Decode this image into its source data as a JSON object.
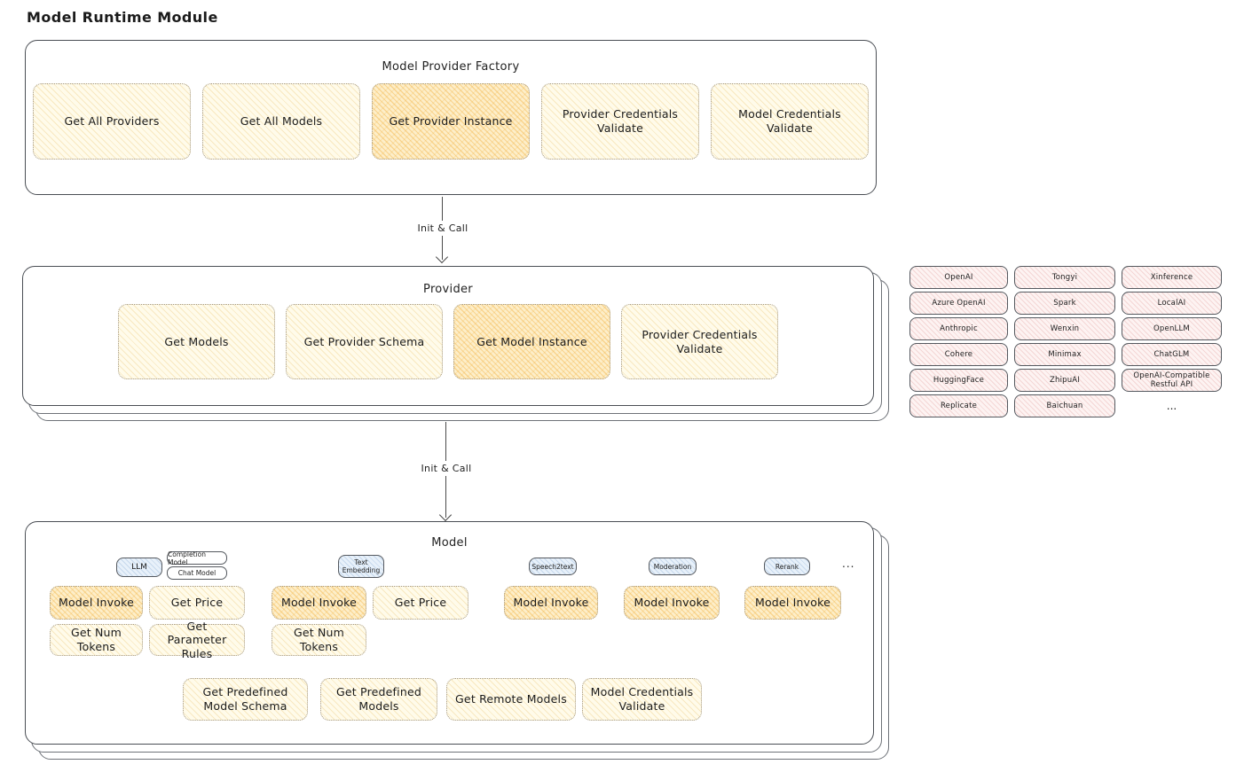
{
  "page": {
    "title": "Model Runtime Module"
  },
  "factory": {
    "title": "Model Provider Factory",
    "ops": [
      "Get All Providers",
      "Get All Models",
      "Get Provider Instance",
      "Provider Credentials Validate",
      "Model Credentials Validate"
    ]
  },
  "arrows": {
    "init_call_1": "Init & Call",
    "init_call_2": "Init & Call"
  },
  "provider": {
    "title": "Provider",
    "ops": [
      "Get Models",
      "Get Provider Schema",
      "Get Model Instance",
      "Provider Credentials Validate"
    ]
  },
  "providers_grid": {
    "items": [
      "OpenAI",
      "Tongyi",
      "Xinference",
      "Azure OpenAI",
      "Spark",
      "LocalAI",
      "Anthropic",
      "Wenxin",
      "OpenLLM",
      "Cohere",
      "Minimax",
      "ChatGLM",
      "HuggingFace",
      "ZhipuAI",
      "OpenAI-Compatible Restful API",
      "Replicate",
      "Baichuan"
    ],
    "more": "..."
  },
  "model": {
    "title": "Model",
    "more": "...",
    "types": [
      {
        "tag": "LLM",
        "subtags": [
          "Completion Model",
          "Chat Model"
        ],
        "ops": [
          "Model Invoke",
          "Get Price",
          "Get Num Tokens",
          "Get Parameter Rules"
        ]
      },
      {
        "tag": "Text Embedding",
        "ops": [
          "Model Invoke",
          "Get Price",
          "Get Num Tokens"
        ]
      },
      {
        "tag": "Speech2text",
        "ops": [
          "Model Invoke"
        ]
      },
      {
        "tag": "Moderation",
        "ops": [
          "Model Invoke"
        ]
      },
      {
        "tag": "Rerank",
        "ops": [
          "Model Invoke"
        ]
      }
    ],
    "common_ops": [
      "Get Predefined Model Schema",
      "Get Predefined Models",
      "Get Remote Models",
      "Model Credentials Validate"
    ]
  }
}
